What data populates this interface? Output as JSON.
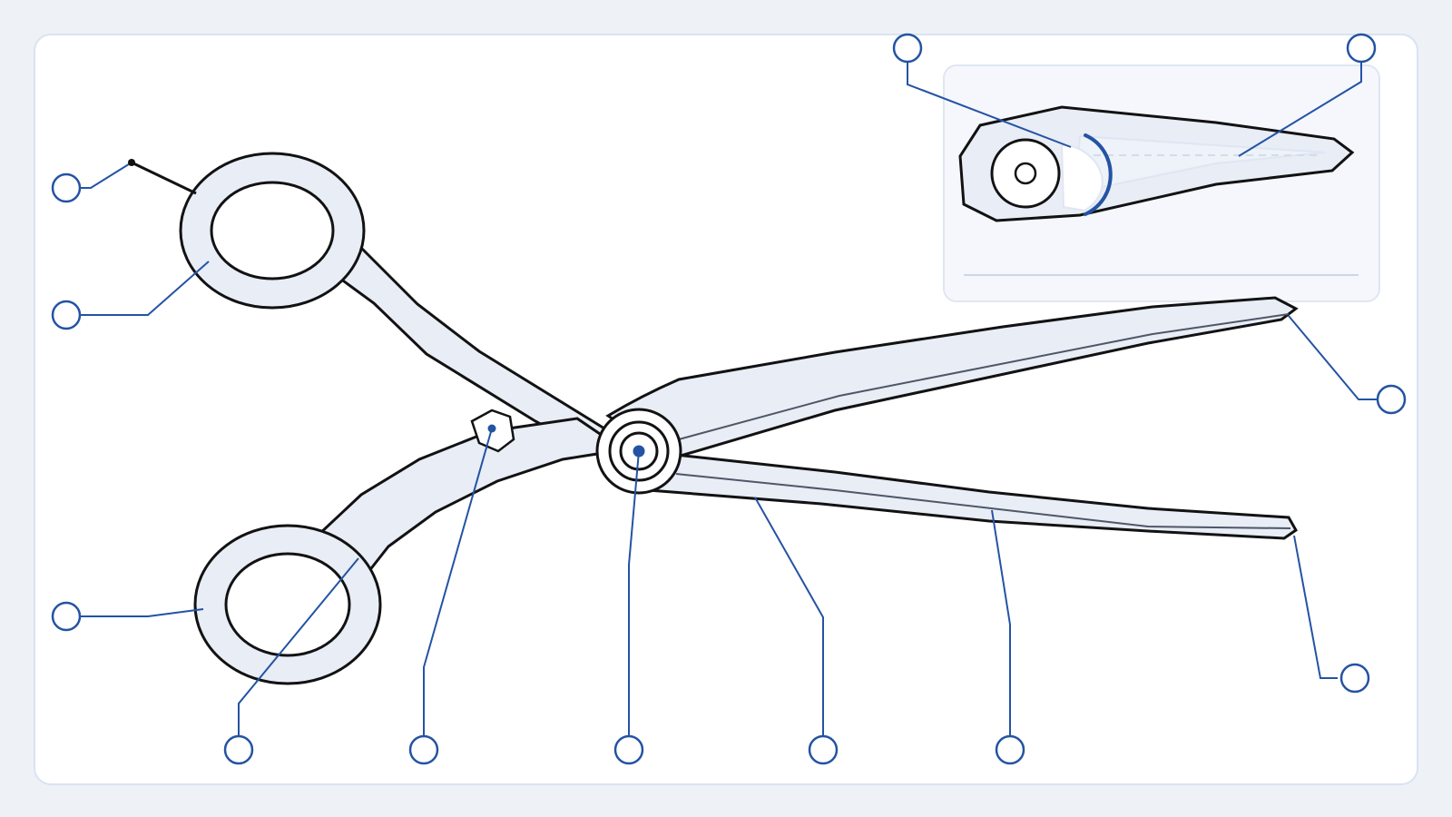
{
  "colors": {
    "background": "#eef1f6",
    "panel": "#ffffff",
    "panel_border": "#d9e3f2",
    "outline": "#121212",
    "fill": "#e8edf6",
    "accent": "#2453a3",
    "inset_bg": "#f5f7fc"
  },
  "callouts": [
    {
      "id": "finger-ring-rim",
      "label": ""
    },
    {
      "id": "finger-ring-inner",
      "label": ""
    },
    {
      "id": "thumb-ring",
      "label": ""
    },
    {
      "id": "thumb-shank",
      "label": ""
    },
    {
      "id": "tang-stop",
      "label": ""
    },
    {
      "id": "pivot-screw",
      "label": ""
    },
    {
      "id": "lower-blade-edge",
      "label": ""
    },
    {
      "id": "lower-blade-bevel",
      "label": ""
    },
    {
      "id": "lower-blade-tip",
      "label": ""
    },
    {
      "id": "upper-blade-tip",
      "label": ""
    },
    {
      "id": "inset-pivot-detail",
      "label": ""
    },
    {
      "id": "inset-blade-detail",
      "label": ""
    }
  ]
}
